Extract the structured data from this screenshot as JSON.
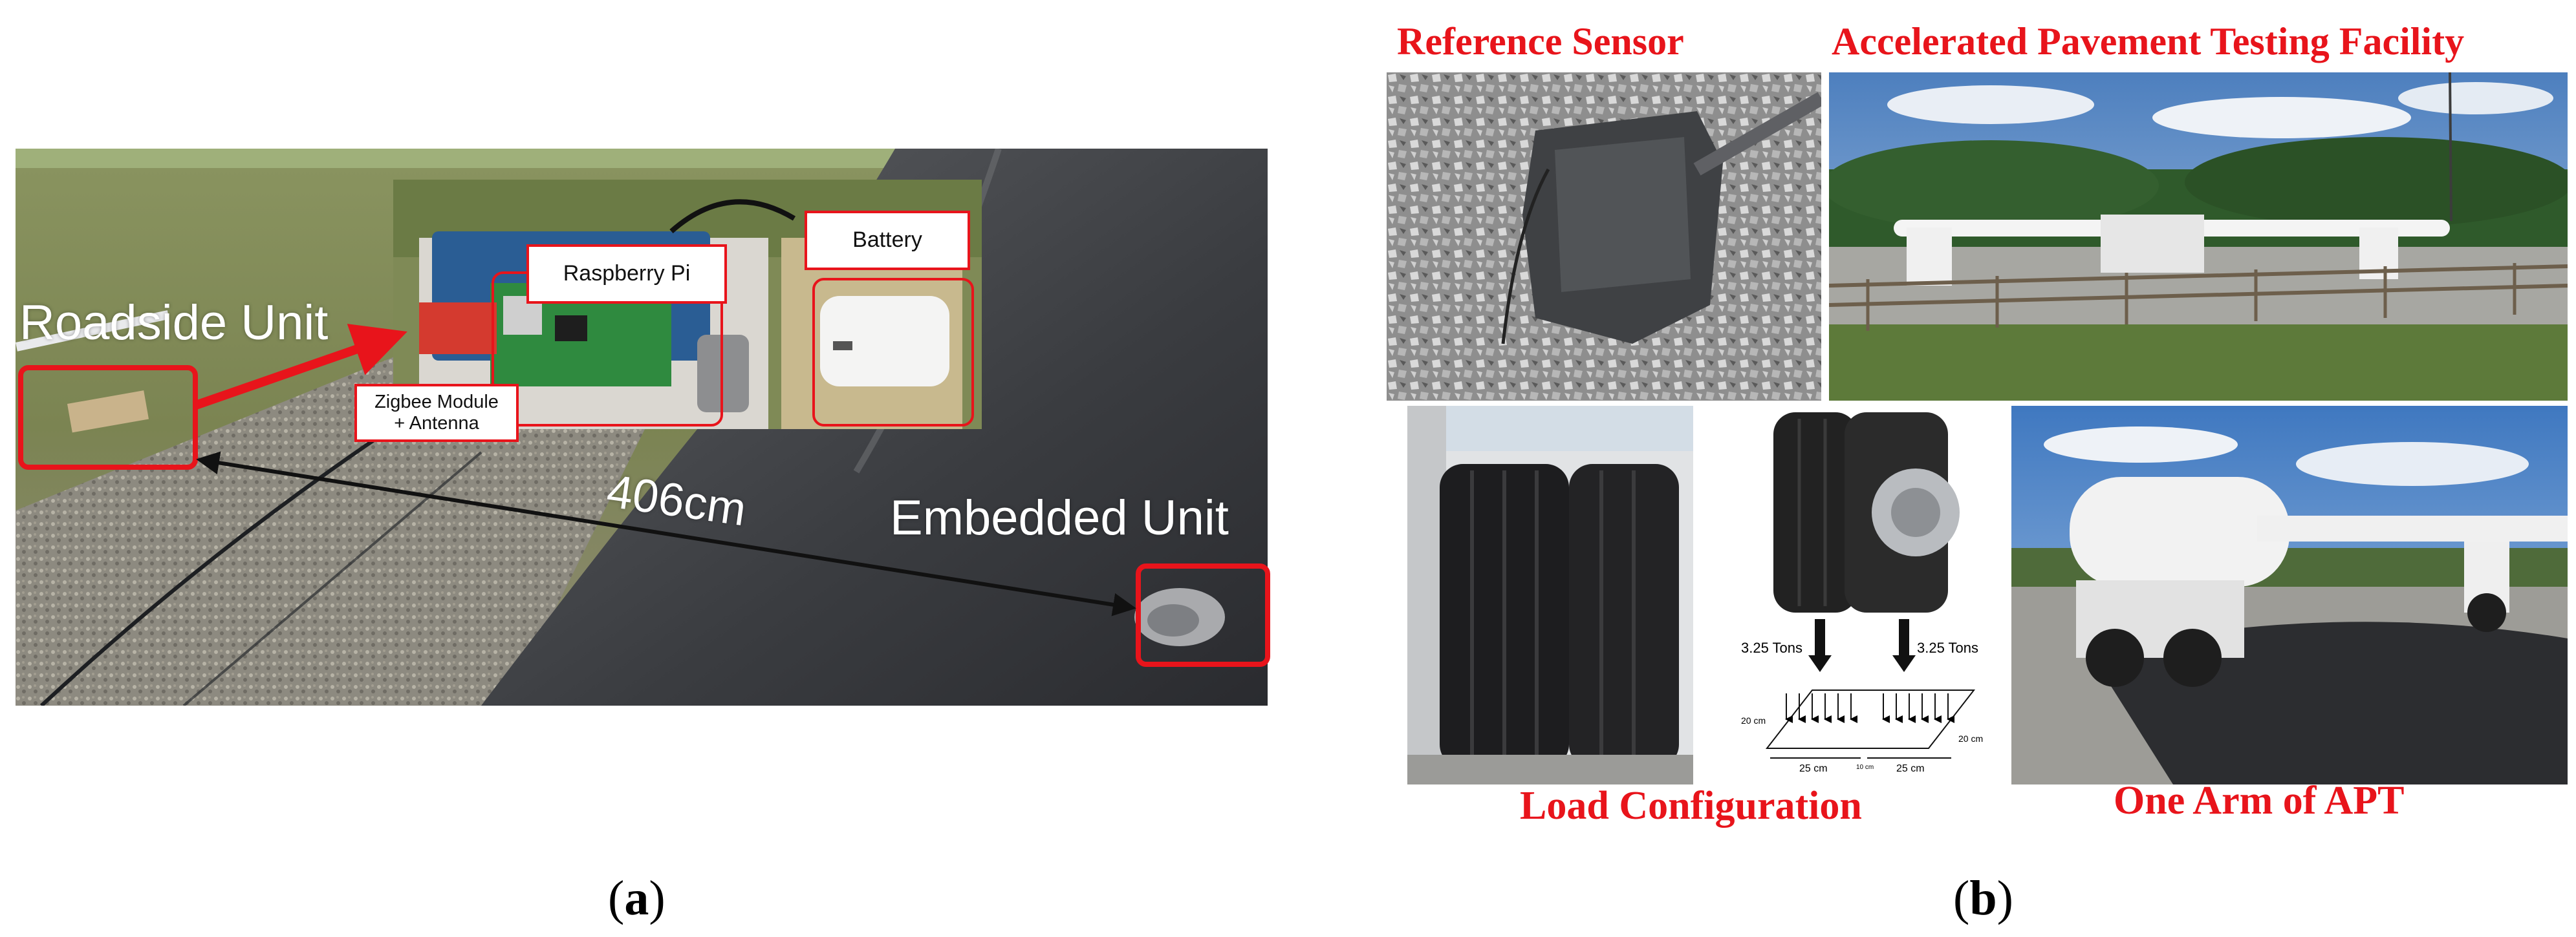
{
  "panel_a": {
    "labels": {
      "roadside_unit": "Roadside Unit",
      "raspberry_pi": "Raspberry Pi",
      "battery": "Battery",
      "zigbee_line1": "Zigbee Module",
      "zigbee_line2": "+ Antenna",
      "distance": "406cm",
      "embedded_unit": "Embedded Unit"
    },
    "caption_letter": "a"
  },
  "panel_b": {
    "titles": {
      "reference_sensor": "Reference Sensor",
      "apt_facility": "Accelerated Pavement Testing Facility",
      "load_configuration": "Load Configuration",
      "one_arm": "One Arm of APT"
    },
    "load_diagram": {
      "load_left": "3.25 Tons",
      "load_right": "3.25 Tons",
      "dim_20_left": "20 cm",
      "dim_20_right": "20 cm",
      "dim_25_left": "25 cm",
      "dim_25_right": "25 cm",
      "dim_10": "10 cm"
    },
    "caption_letter": "b"
  },
  "colors": {
    "accent_red": "#e8141b",
    "asphalt": "#2d2f33",
    "grass": "#6f7d45",
    "sky": "#5f8ec9"
  }
}
